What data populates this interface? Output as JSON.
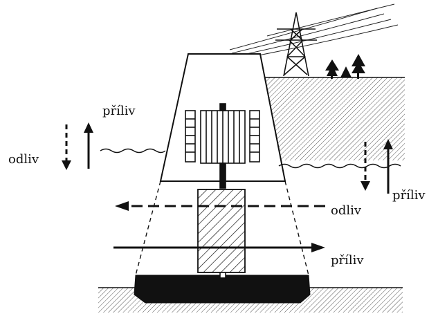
{
  "labels": {
    "odliv_left": "odliv",
    "priliv_top": "příliv",
    "odliv_flow": "odliv",
    "priliv_flow": "příliv",
    "priliv_right": "příliv"
  },
  "colors": {
    "ink": "#111111",
    "background": "#ffffff"
  }
}
